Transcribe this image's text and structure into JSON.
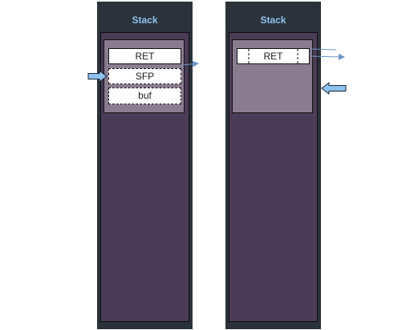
{
  "panels": [
    {
      "title": "Stack",
      "cells": [
        "RET",
        "SFP",
        "buf"
      ]
    },
    {
      "title": "Stack",
      "cells": [
        "RET"
      ]
    }
  ],
  "colors": {
    "panel_background": "#2b323a",
    "stack_body": "#4a3c56",
    "frame": "#8a7c90",
    "title_text": "#8ec2ee",
    "arrow_fill": "#8ec2ee",
    "arrow_line": "#6b96c8"
  },
  "icons": {
    "pointer_arrow": "block-arrow",
    "return_arrow": "line-arrow"
  }
}
